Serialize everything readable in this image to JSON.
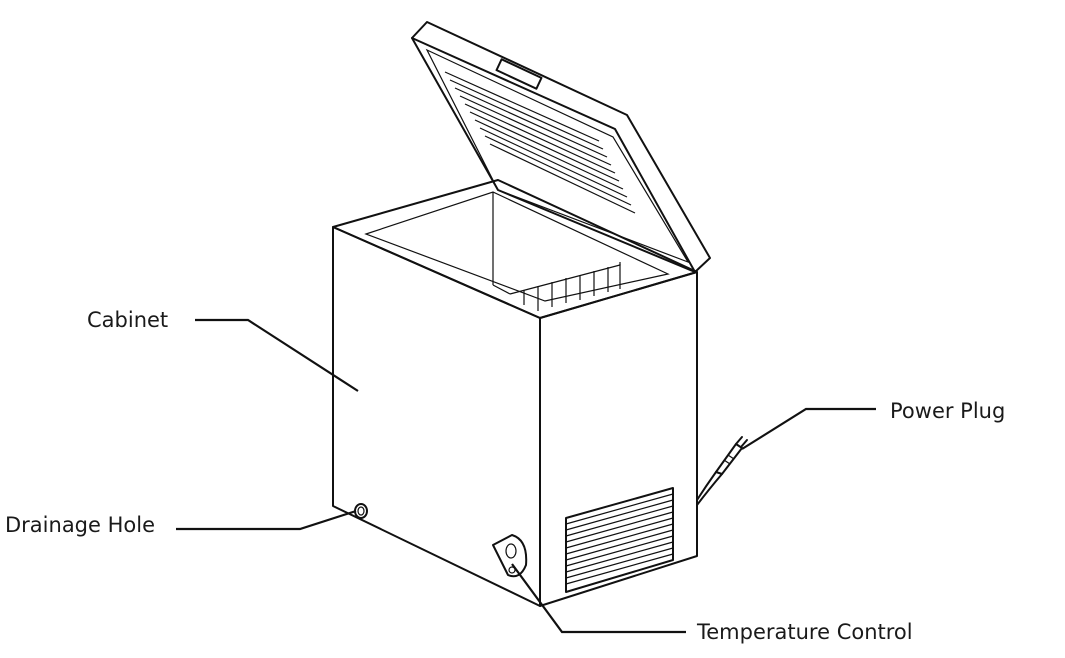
{
  "labels": {
    "cabinet": "Cabinet",
    "power_plug": "Power Plug",
    "drainage_hole": "Drainage Hole",
    "temperature_control": "Temperature Control"
  },
  "colors": {
    "line": "#111111",
    "background": "#ffffff",
    "text": "#1a1a1a"
  }
}
